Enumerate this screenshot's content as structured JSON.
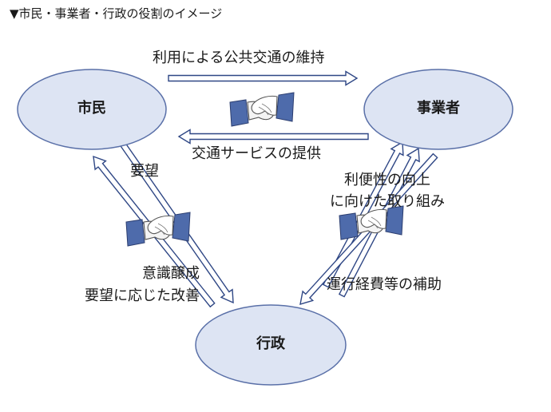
{
  "title": "▼市民・事業者・行政の役割のイメージ",
  "nodes": {
    "citizen": "市民",
    "operator": "事業者",
    "government": "行政"
  },
  "edges": {
    "citizen_to_operator": "利用による公共交通の維持",
    "operator_to_citizen": "交通サービスの提供",
    "citizen_to_government": "要望",
    "government_to_citizen": [
      "意識醸成",
      "要望に応じた改善"
    ],
    "operator_to_government": [
      "利便性の向上",
      "に向けた取り組み"
    ],
    "government_to_operator": "運行経費等の補助"
  },
  "icons": [
    "handshake-icon",
    "handshake-icon",
    "handshake-icon"
  ],
  "colors": {
    "node_fill": "#dde4f3",
    "node_stroke": "#5a70a8",
    "arrow_stroke": "#2f4785",
    "sleeve": "#4e6bab",
    "text": "#1a1a1a"
  }
}
